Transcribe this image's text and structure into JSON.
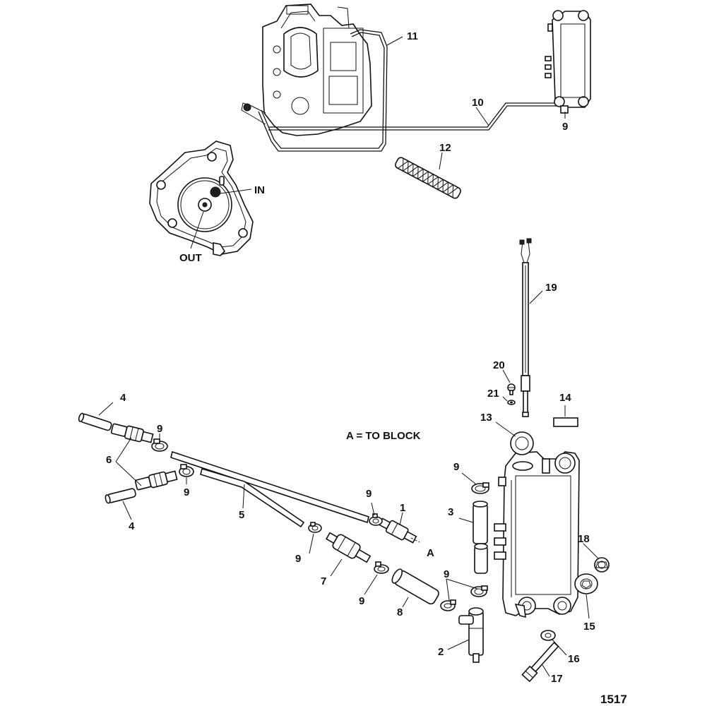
{
  "figure_number": "1517",
  "note": "A = TO BLOCK",
  "pump_labels": {
    "in": "IN",
    "out": "OUT"
  },
  "arrow_label": "A",
  "callouts": [
    {
      "id": "11",
      "text": "11"
    },
    {
      "id": "10",
      "text": "10"
    },
    {
      "id": "9-top",
      "text": "9"
    },
    {
      "id": "12",
      "text": "12"
    },
    {
      "id": "19",
      "text": "19"
    },
    {
      "id": "20",
      "text": "20"
    },
    {
      "id": "21",
      "text": "21"
    },
    {
      "id": "14",
      "text": "14"
    },
    {
      "id": "13",
      "text": "13"
    },
    {
      "id": "4-top",
      "text": "4"
    },
    {
      "id": "9-a",
      "text": "9"
    },
    {
      "id": "6",
      "text": "6"
    },
    {
      "id": "9-b",
      "text": "9"
    },
    {
      "id": "4-bottom",
      "text": "4"
    },
    {
      "id": "5",
      "text": "5"
    },
    {
      "id": "9-c",
      "text": "9"
    },
    {
      "id": "1",
      "text": "1"
    },
    {
      "id": "9-d",
      "text": "9"
    },
    {
      "id": "7",
      "text": "7"
    },
    {
      "id": "9-e",
      "text": "9"
    },
    {
      "id": "8",
      "text": "8"
    },
    {
      "id": "9-f",
      "text": "9"
    },
    {
      "id": "9-g",
      "text": "9"
    },
    {
      "id": "3",
      "text": "3"
    },
    {
      "id": "2",
      "text": "2"
    },
    {
      "id": "18",
      "text": "18"
    },
    {
      "id": "15",
      "text": "15"
    },
    {
      "id": "16",
      "text": "16"
    },
    {
      "id": "17",
      "text": "17"
    }
  ]
}
